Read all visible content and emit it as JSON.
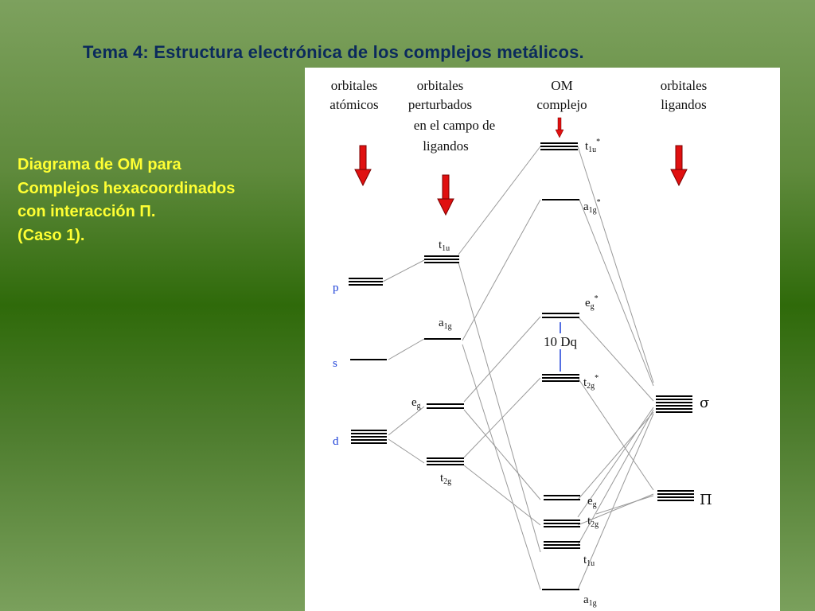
{
  "slide": {
    "title": "Tema 4:  Estructura electrónica de los complejos metálicos.",
    "description": {
      "line1": "Diagrama  de  OM  para",
      "line2": "Complejos hexacoordinados",
      "line3": "con interacción Π.",
      "line4": "(Caso 1)."
    }
  },
  "diagram": {
    "headers": {
      "atomic": [
        "orbitales",
        "atómicos"
      ],
      "perturbed": [
        "orbitales",
        "perturbados",
        "en el campo de",
        "ligandos"
      ],
      "complex": [
        "OM",
        "complejo"
      ],
      "ligand": [
        "orbitales",
        "ligandos"
      ]
    },
    "atomic_levels": {
      "p": "p",
      "s": "s",
      "d": "d"
    },
    "perturbed_levels": {
      "t1u": {
        "main": "t",
        "sub": "1u"
      },
      "a1g": {
        "main": "a",
        "sub": "1g"
      },
      "eg": {
        "main": "e",
        "sub": "g"
      },
      "t2g": {
        "main": "t",
        "sub": "2g"
      }
    },
    "mo_levels": {
      "t1u_star": {
        "main": "t",
        "sub": "1u",
        "sup": "*"
      },
      "a1g_star": {
        "main": "a",
        "sub": "1g",
        "sup": "*"
      },
      "eg_star": {
        "main": "e",
        "sub": "g",
        "sup": "*"
      },
      "t2g_star": {
        "main": "t",
        "sub": "2g",
        "sup": "*"
      },
      "eg": {
        "main": "e",
        "sub": "g"
      },
      "t2g": {
        "main": "t",
        "sub": "2g"
      },
      "t1u": {
        "main": "t",
        "sub": "1u"
      },
      "a1g": {
        "main": "a",
        "sub": "1g"
      }
    },
    "splitting_label": "10 Dq",
    "ligand_levels": {
      "sigma": "σ",
      "pi": "Π"
    },
    "colors": {
      "arrow": "#e01010",
      "atomic_label": "#1b3fd8",
      "title": "#0b2a5c",
      "description": "#ffff33"
    }
  }
}
